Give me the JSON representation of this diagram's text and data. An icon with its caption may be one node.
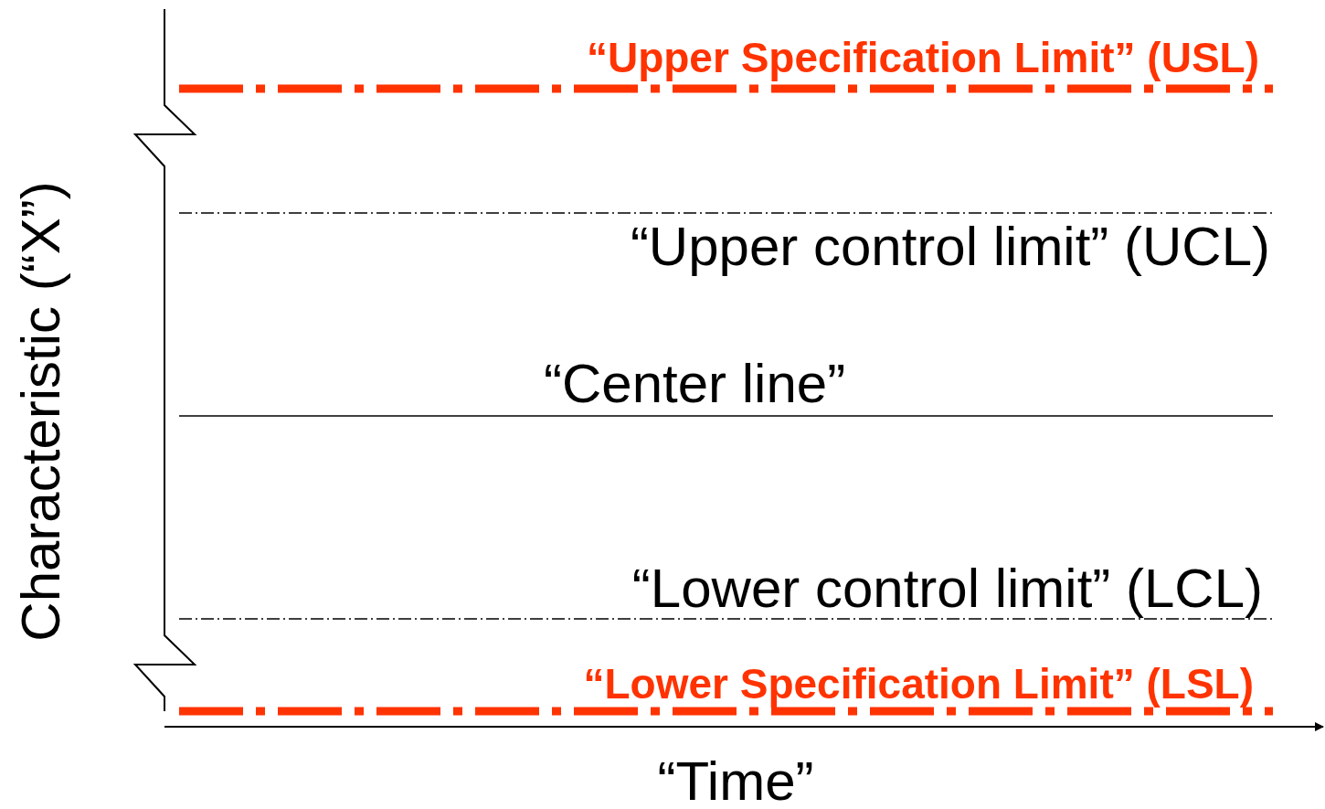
{
  "diagram": {
    "labels": [
      "“Upper Specification Limit” (USL)",
      "“Upper control limit” (UCL)",
      "“Center line”",
      "“Lower control limit” (LCL)",
      "“Lower Specification Limit” (LSL)",
      "Characteristic (“X”)",
      "“Time”"
    ]
  }
}
